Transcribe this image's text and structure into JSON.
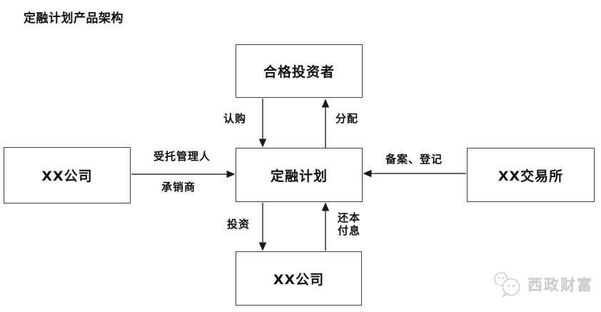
{
  "title": "定融计划产品架构",
  "nodes": {
    "investors": "合格投资者",
    "plan": "定融计划",
    "company_left": "XX公司",
    "exchange": "XX交易所",
    "company_bottom": "XX公司"
  },
  "edges": {
    "subscribe": "认购",
    "distribute": "分配",
    "trustee": "受托管理人",
    "underwriter": "承销商",
    "filing": "备案、登记",
    "invest": "投资",
    "repay": "还本\n付息"
  },
  "watermark": {
    "icon": "wechat-icon",
    "text": "西政财富"
  },
  "colors": {
    "background": "#ffffff",
    "box_border": "#3f3f3f",
    "text": "#111111",
    "arrow": "#333333",
    "watermark_gray": "#cccccc"
  }
}
